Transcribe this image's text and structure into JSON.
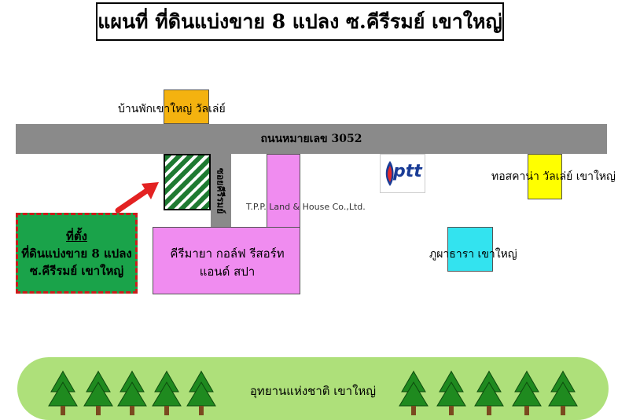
{
  "title": "แผนที่ ที่ดินแบ่งขาย 8 แปลง ซ.คีรีรมย์ เขาใหญ่",
  "road": {
    "label": "ถนนหมายเลข 3052"
  },
  "soi": {
    "label": "ซอยคีรีรมย์"
  },
  "landmarks": {
    "house": {
      "label": "บ้านพักเขาใหญ่ วัลเล่ย์",
      "color": "#f4b20f"
    },
    "resort": {
      "line1": "คีรีมายา กอล์ฟ รีสอร์ท",
      "line2": "แอนด์ สปา",
      "color": "#f08cf0"
    },
    "ptt": {
      "logo_text": "ptt"
    },
    "toscana": {
      "label": "ทอสคาน่า วัลเล่ย์ เขาใหญ่",
      "color": "#ffff00"
    },
    "phu": {
      "label": "ภูผาธารา เขาใหญ่",
      "color": "#33e3ef"
    },
    "park": {
      "label": "อุทยานแห่งชาติ เขาใหญ่",
      "color": "#aee07a"
    }
  },
  "location": {
    "heading": "ที่ตั้ง",
    "line1": "ที่ดินแบ่งขาย 8 แปลง",
    "line2": "ซ.คีรีรมย์ เขาใหญ่"
  },
  "credit": "T.P.P. Land & House Co.,Ltd.",
  "icons": {
    "arrow": "red-arrow-icon",
    "tree": "pine-tree-icon",
    "ptt": "ptt-logo-icon"
  }
}
